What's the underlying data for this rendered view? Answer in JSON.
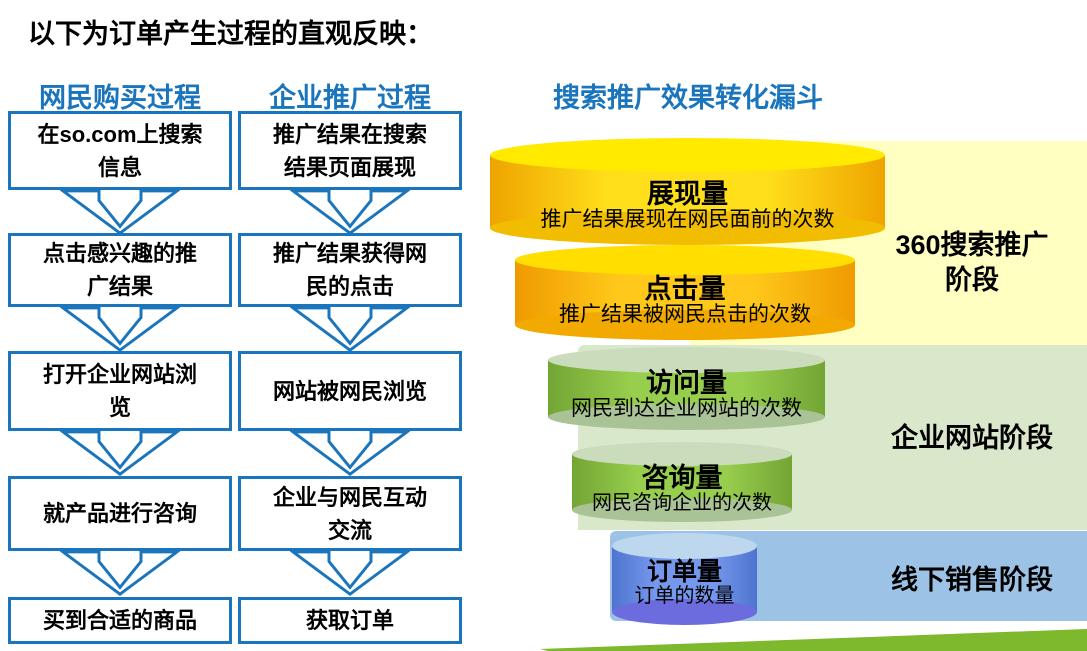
{
  "page": {
    "title": "以下为订单产生过程的直观反映："
  },
  "colors": {
    "accent_blue": "#1B75BC",
    "phase_panel_yellow": "#FFFFC2",
    "phase_panel_green": "#D9E8CB",
    "phase_panel_blue": "#9CC3E6",
    "swoosh_green": "#7EB82D",
    "cylinder_yellow": "#FFD800",
    "cylinder_orange": "#FFC000",
    "cylinder_green": "#8DC63F",
    "cylinder_blue": "#6E96E8"
  },
  "flowcharts": {
    "columns": [
      {
        "header": "网民购买过程",
        "steps": [
          "在so.com上搜索\n信息",
          "点击感兴趣的推\n广结果",
          "打开企业网站浏\n览",
          "就产品进行咨询",
          "买到合适的商品"
        ]
      },
      {
        "header": "企业推广过程",
        "steps": [
          "推广结果在搜索\n结果页面展现",
          "推广结果获得网\n民的点击",
          "网站被网民浏览",
          "企业与网民互动\n交流",
          "获取订单"
        ]
      }
    ]
  },
  "funnel": {
    "title": "搜索推广效果转化漏斗",
    "stages": [
      {
        "title": "展现量",
        "desc": "推广结果展现在网民面前的次数",
        "color": "#FFD800"
      },
      {
        "title": "点击量",
        "desc": "推广结果被网民点击的次数",
        "color": "#FFC000"
      },
      {
        "title": "访问量",
        "desc": "网民到达企业网站的次数",
        "color": "#8DC63F"
      },
      {
        "title": "咨询量",
        "desc": "网民咨询企业的次数",
        "color": "#8DC63F"
      },
      {
        "title": "订单量",
        "desc": "订单的数量",
        "color": "#6E96E8"
      }
    ],
    "phases": [
      {
        "label": "360搜索推广\n阶段",
        "bg": "#FFFFC2"
      },
      {
        "label": "企业网站阶段",
        "bg": "#D9E8CB"
      },
      {
        "label": "线下销售阶段",
        "bg": "#9CC3E6"
      }
    ]
  }
}
